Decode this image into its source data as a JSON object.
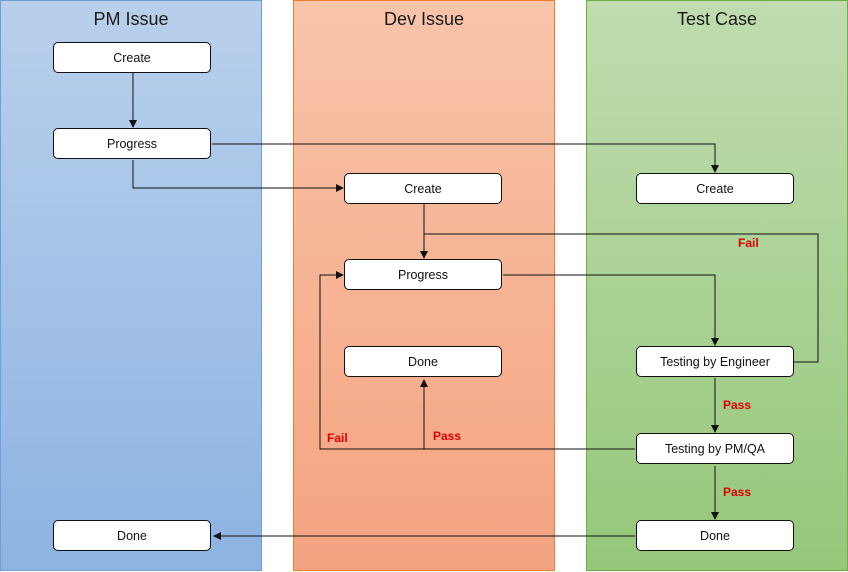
{
  "lanes": {
    "pm": {
      "title": "PM Issue"
    },
    "dev": {
      "title": "Dev Issue"
    },
    "test": {
      "title": "Test Case"
    }
  },
  "nodes": {
    "pm_create": "Create",
    "pm_progress": "Progress",
    "pm_done": "Done",
    "dev_create": "Create",
    "dev_progress": "Progress",
    "dev_done": "Done",
    "tc_create": "Create",
    "tc_testing_engineer": "Testing by Engineer",
    "tc_testing_pmqa": "Testing by PM/QA",
    "tc_done": "Done"
  },
  "edge_labels": {
    "engineer_fail": "Fail",
    "engineer_pass": "Pass",
    "pmqa_fail": "Fail",
    "pmqa_pass": "Pass",
    "pmqa_done_pass": "Pass"
  },
  "colors": {
    "pm_lane": "#8db3e2",
    "dev_lane": "#f4a380",
    "test_lane": "#95c77a",
    "fail_pass_label": "#e00000"
  }
}
